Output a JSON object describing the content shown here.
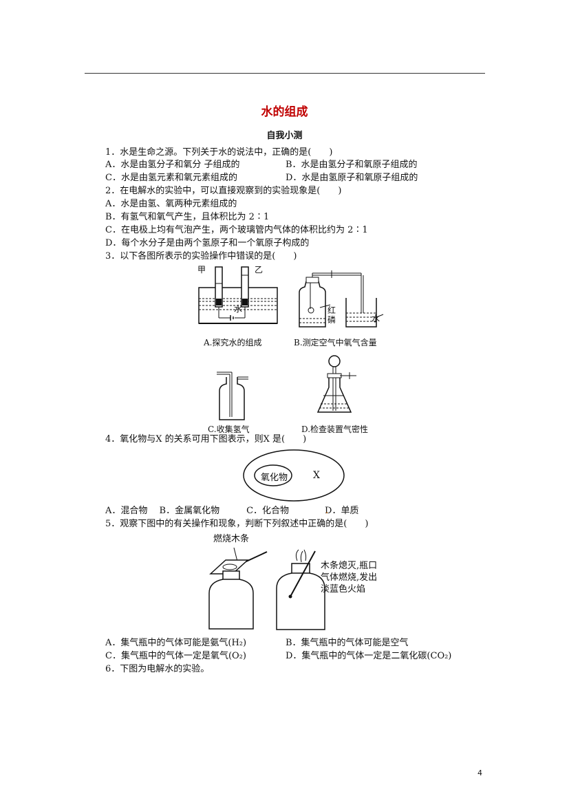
{
  "title": "水的组成",
  "subtitle": "自我小测",
  "q1": {
    "stem": "1．水是生命之源。下列关于水的说法中，正确的是(　　)",
    "a": "A．水是由氢分子和氧分 子组成的",
    "b": "B．水是由氢分子和氧原子组成的",
    "c": "C．水是由氢元素和氧元素组成的",
    "d": "D．水是由氢原子和氧原子组成的"
  },
  "q2": {
    "stem": "2．在电解水的实验中，可以直接观察到的实验现象是(　　)",
    "a": "A．水是由氢、氧两种元素组成的",
    "b": "B．有氢气和氧气产生，且体积比为 2∶1",
    "c": "C．在电极上均有气泡产生，两个玻璃管内气体的体积比约为 2∶1",
    "d": "D．每个水分子是由两个氢原子和一个氧原子构成的"
  },
  "q3": {
    "stem": "3．以下各图所表示的实验操作中错误的是(　　)",
    "fig_a_caption": "A.探究水的组成",
    "fig_b_caption": "B.测定空气中氧气含量",
    "fig_c_caption": "C.收集氢气",
    "fig_d_caption": "D.检查装置气密性",
    "label_jia": "甲",
    "label_yi": "乙",
    "label_water_a": "水",
    "label_red_p1": "红",
    "label_red_p2": "磷",
    "label_water_b": "水"
  },
  "q4": {
    "stem": "4．氧化物与X 的关系可用下图表示，则X 是(　　)",
    "inner_label": "氧化物",
    "outer_label": "X",
    "options": "A．混合物　 B．金属氧化物　　　C．化合物　　　　D．单质",
    "dot": "."
  },
  "q5": {
    "stem": "5．观察下图中的有关操作和现象，判断下列叙述中正确的是(　　)",
    "label_stick": "燃烧木条",
    "label_obs1": "木条熄灭,瓶口",
    "label_obs2": "气体燃烧,发出",
    "label_obs3": "淡蓝色火焰",
    "a": "A．集气瓶中的气体可能是氨气(H₂)",
    "b": "B．集气瓶中的气体可能是空气",
    "c": "C．集气瓶中的气体一定是氧气(O₂)",
    "d": "D．集气瓶中的气体一定是二氧化碳(CO₂)"
  },
  "q6": {
    "stem": "6．下图为电解水的实验。"
  },
  "page_number": "4"
}
